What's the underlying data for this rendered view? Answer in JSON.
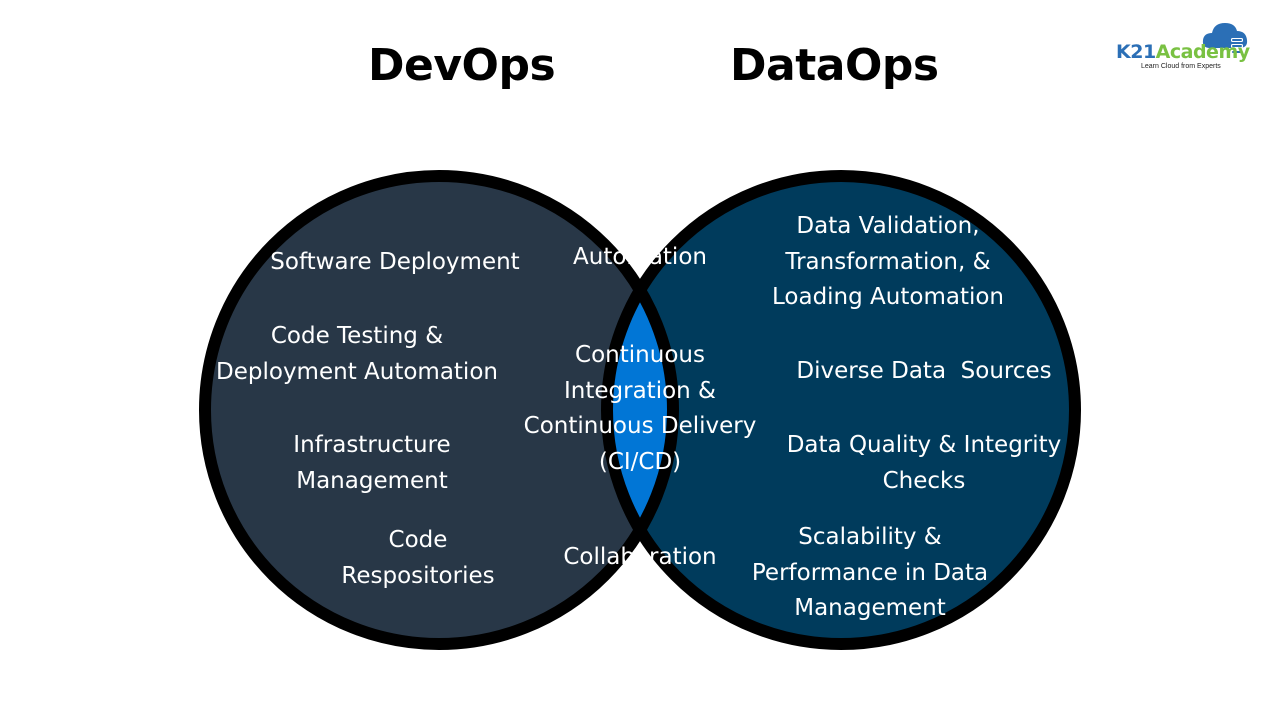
{
  "titles": {
    "left": "DevOps",
    "right": "DataOps"
  },
  "logo": {
    "name_part1": "K21",
    "name_part2": "Academy",
    "tagline": "Learn Cloud from Experts",
    "icon": "cloud-icon"
  },
  "colors": {
    "devops_fill": "#283747",
    "dataops_fill": "#003b5c",
    "overlap_fill": "#0176d6",
    "outline": "#000000",
    "logo_blue": "#2b6fb6",
    "logo_green": "#79c142"
  },
  "devops": {
    "items": [
      "Software Deployment",
      "Code Testing &\nDeployment Automation",
      "Infrastructure\nManagement",
      "Code\nRespositories"
    ]
  },
  "shared": {
    "items": [
      "Automation",
      "Continuous\nIntegration &\nContinuous Delivery\n(CI/CD)",
      "Collaboration"
    ]
  },
  "dataops": {
    "items": [
      "Data Validation,\nTransformation, &\nLoading Automation",
      "Diverse Data  Sources",
      "Data Quality & Integrity\nChecks",
      "Scalability &\nPerformance in Data\nManagement"
    ]
  }
}
